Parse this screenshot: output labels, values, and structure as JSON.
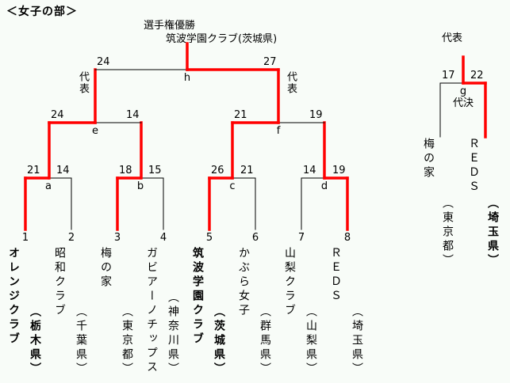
{
  "title": "＜女子の部＞",
  "champion": {
    "heading": "選手権優勝",
    "team": "筑波学園クラブ(茨城県)"
  },
  "colors": {
    "win": "#ff0000",
    "line": "#000000",
    "background": "#f8fcf8"
  },
  "representative_label": "代表",
  "matches": [
    {
      "id": "a",
      "label": "a",
      "scores": [
        "21",
        "14"
      ],
      "winner": 0
    },
    {
      "id": "b",
      "label": "b",
      "scores": [
        "18",
        "15"
      ],
      "winner": 0
    },
    {
      "id": "c",
      "label": "c",
      "scores": [
        "26",
        "21"
      ],
      "winner": 0
    },
    {
      "id": "d",
      "label": "d",
      "scores": [
        "14",
        "19"
      ],
      "winner": 1
    },
    {
      "id": "e",
      "label": "e",
      "scores": [
        "24",
        "14"
      ],
      "winner": 0
    },
    {
      "id": "f",
      "label": "f",
      "scores": [
        "21",
        "19"
      ],
      "winner": 0
    },
    {
      "id": "h",
      "label": "h",
      "scores": [
        "24",
        "27"
      ],
      "winner": 1
    },
    {
      "id": "g",
      "label": "g",
      "sublabel": "代決",
      "scores": [
        "17",
        "22"
      ],
      "winner": 1
    }
  ],
  "final_side_labels": [
    "代表",
    "代表"
  ],
  "teams": [
    {
      "no": "1",
      "name": "オレンジクラブ",
      "pref": "（栃木県）",
      "bold_name": true,
      "bold_pref": true
    },
    {
      "no": "2",
      "name": "昭和クラブ",
      "pref": "（千葉県）",
      "bold_name": false,
      "bold_pref": false
    },
    {
      "no": "3",
      "name": "梅の家",
      "pref": "（東京都）",
      "bold_name": false,
      "bold_pref": false
    },
    {
      "no": "4",
      "name": "ガビアーノチップス",
      "pref": "（神奈川県）",
      "bold_name": false,
      "bold_pref": false
    },
    {
      "no": "5",
      "name": "筑波学園クラブ",
      "pref": "（茨城県）",
      "bold_name": true,
      "bold_pref": true
    },
    {
      "no": "6",
      "name": "かぶら女子",
      "pref": "（群馬県）",
      "bold_name": false,
      "bold_pref": false
    },
    {
      "no": "7",
      "name": "山梨クラブ",
      "pref": "（山梨県）",
      "bold_name": false,
      "bold_pref": false
    },
    {
      "no": "8",
      "name": "ＲＥＤＳ",
      "pref": "（埼玉県）",
      "bold_name": false,
      "bold_pref": false
    }
  ],
  "playoff": {
    "heading": "代表",
    "teams": [
      {
        "name": "梅の家",
        "pref": "（東京都）",
        "bold_name": false,
        "bold_pref": false
      },
      {
        "name": "ＲＥＤＳ",
        "pref": "（埼玉県）",
        "bold_name": false,
        "bold_pref": true
      }
    ]
  }
}
